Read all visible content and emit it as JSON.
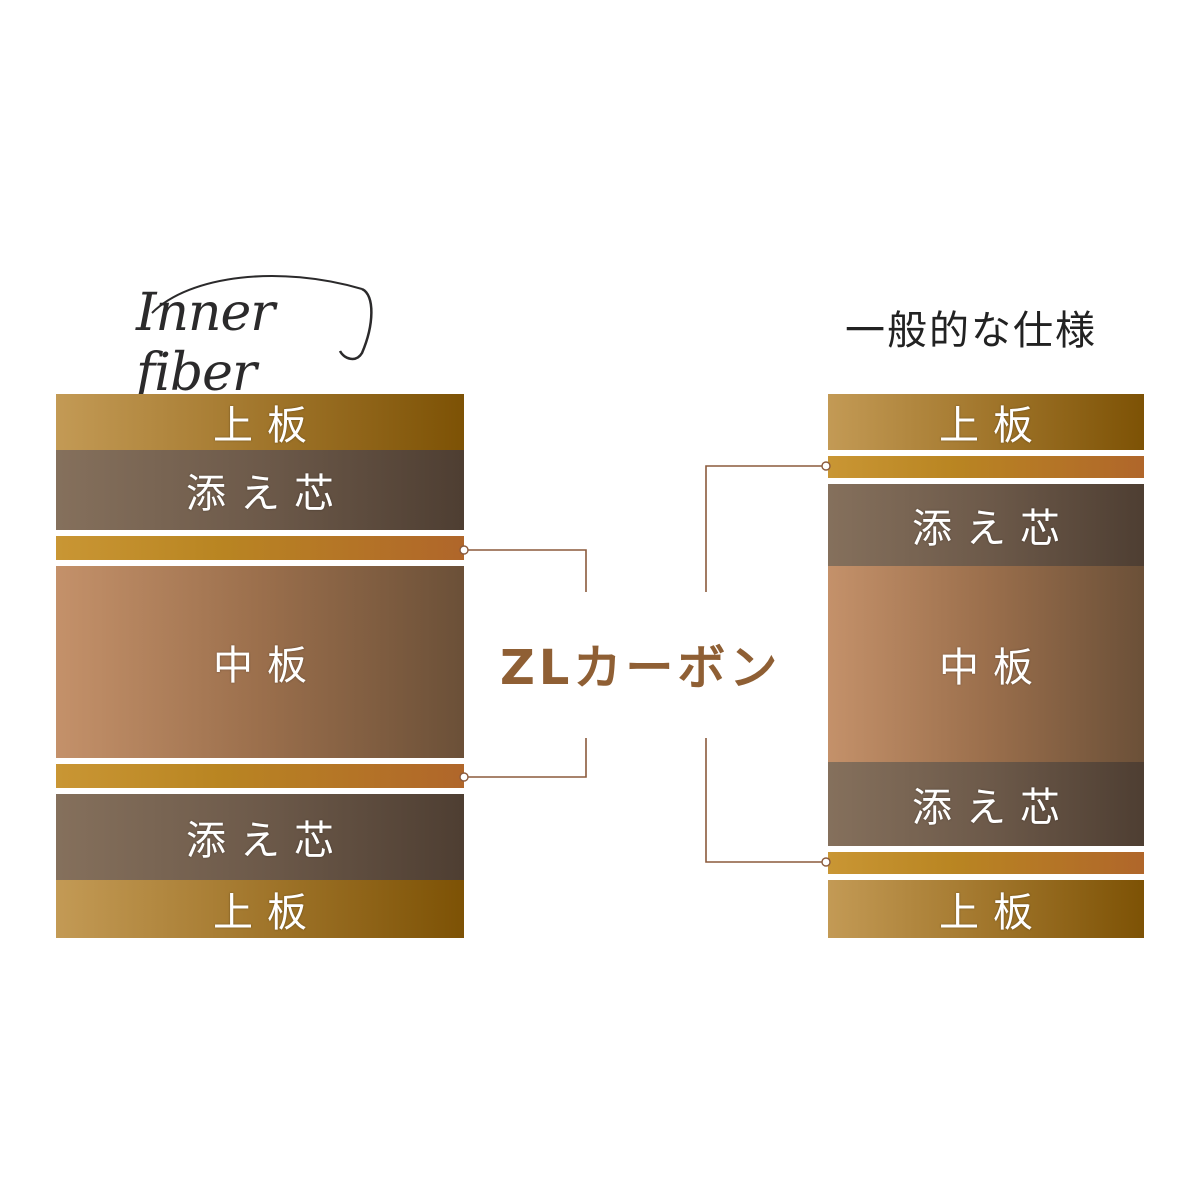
{
  "left": {
    "brand": "Inner fiber",
    "layers": [
      "上板",
      "添え芯",
      "",
      "中板",
      "",
      "添え芯",
      "上板"
    ]
  },
  "right": {
    "title": "一般的な仕様",
    "layers": [
      "上板",
      "",
      "添え芯",
      "中板",
      "添え芯",
      "",
      "上板"
    ]
  },
  "callout": "ZLカーボン",
  "colors": {
    "top_layer": "#a57a30",
    "soe_layer": "#6d5a4a",
    "mid_layer": "#9b6f4c",
    "carbon_layer": "#c99634",
    "callout_text": "#8f5f34",
    "connector_line": "#8b5a3c"
  }
}
